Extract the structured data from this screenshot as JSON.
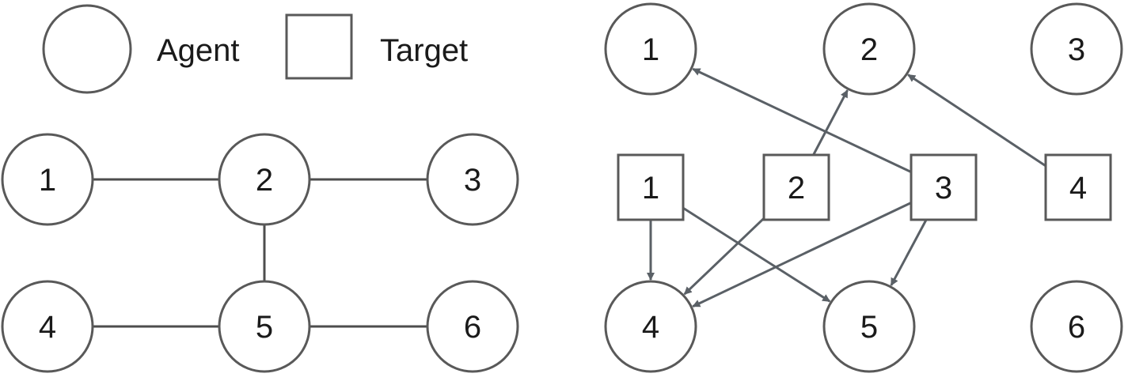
{
  "legend": {
    "agent_label": "Agent",
    "target_label": "Target"
  },
  "left_graph": {
    "agents": [
      {
        "id": "1",
        "label": "1"
      },
      {
        "id": "2",
        "label": "2"
      },
      {
        "id": "3",
        "label": "3"
      },
      {
        "id": "4",
        "label": "4"
      },
      {
        "id": "5",
        "label": "5"
      },
      {
        "id": "6",
        "label": "6"
      }
    ],
    "edges": [
      {
        "from": "1",
        "to": "2"
      },
      {
        "from": "2",
        "to": "3"
      },
      {
        "from": "2",
        "to": "5"
      },
      {
        "from": "4",
        "to": "5"
      },
      {
        "from": "5",
        "to": "6"
      }
    ]
  },
  "right_graph": {
    "agents": [
      {
        "id": "1",
        "label": "1"
      },
      {
        "id": "2",
        "label": "2"
      },
      {
        "id": "3",
        "label": "3"
      },
      {
        "id": "4",
        "label": "4"
      },
      {
        "id": "5",
        "label": "5"
      },
      {
        "id": "6",
        "label": "6"
      }
    ],
    "targets": [
      {
        "id": "1",
        "label": "1"
      },
      {
        "id": "2",
        "label": "2"
      },
      {
        "id": "3",
        "label": "3"
      },
      {
        "id": "4",
        "label": "4"
      }
    ],
    "arrows": [
      {
        "from_target": "1",
        "to_agent": "4"
      },
      {
        "from_target": "1",
        "to_agent": "5"
      },
      {
        "from_target": "2",
        "to_agent": "2"
      },
      {
        "from_target": "2",
        "to_agent": "4"
      },
      {
        "from_target": "3",
        "to_agent": "1"
      },
      {
        "from_target": "3",
        "to_agent": "4"
      },
      {
        "from_target": "3",
        "to_agent": "5"
      },
      {
        "from_target": "4",
        "to_agent": "2"
      }
    ]
  },
  "colors": {
    "node_stroke": "#595959",
    "edge": "#4d4d4d",
    "arrow": "#5a6066",
    "text": "#1a1a1a"
  }
}
